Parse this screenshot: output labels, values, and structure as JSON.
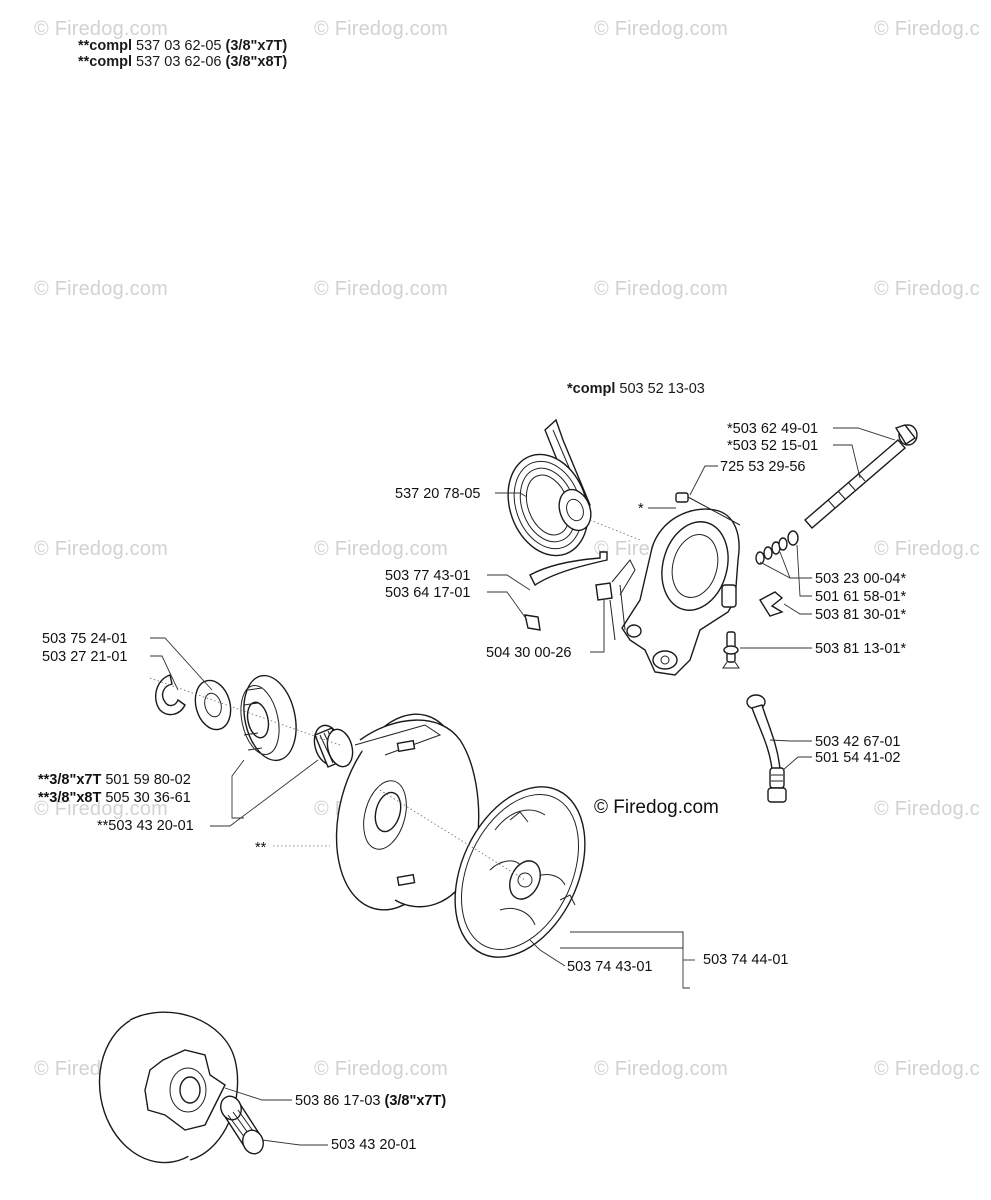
{
  "watermark": "© Firedog.com",
  "watermark_truncated": "© Firedog.c",
  "header": {
    "line1": {
      "prefix": "**compl",
      "number": "537 03 62-05",
      "spec": "(3/8\"x7T)"
    },
    "line2": {
      "prefix": "**compl",
      "number": "537 03 62-06",
      "spec": "(3/8\"x8T)"
    }
  },
  "assembly_header": {
    "prefix": "*compl",
    "number": "503 52 13-03"
  },
  "star_mark": "*",
  "double_star_mark": "**",
  "center_watermark": "© Firedog.com",
  "labels": {
    "p537207805": "537 20 78-05",
    "p503624901": "*503 62 49-01",
    "p503521501": "*503 52 15-01",
    "p725532956": "725 53 29-56",
    "p503774301": "503 77 43-01",
    "p503641701": "503 64 17-01",
    "p504300026": "504 30 00-26",
    "p503230004": "503 23 00-04*",
    "p501615801": "501 61 58-01*",
    "p503813001": "503 81 30-01*",
    "p503811301": "503 81 13-01*",
    "p503752401": "503 75 24-01",
    "p503272101": "503 27 21-01",
    "p503426701": "503 42 67-01",
    "p501544102": "501 54 41-02",
    "p501598002": {
      "prefix": "**3/8\"x7T",
      "number": "501 59 80-02"
    },
    "p505303661": {
      "prefix": "**3/8\"x8T",
      "number": "505 30 36-61"
    },
    "p503432001a": "**503 43 20-01",
    "p503744301": "503 74 43-01",
    "p503744401": "503 74 44-01",
    "p503861703": {
      "number": "503 86 17-03",
      "spec": "(3/8\"x7T)"
    },
    "p503432001b": "503 43 20-01"
  }
}
